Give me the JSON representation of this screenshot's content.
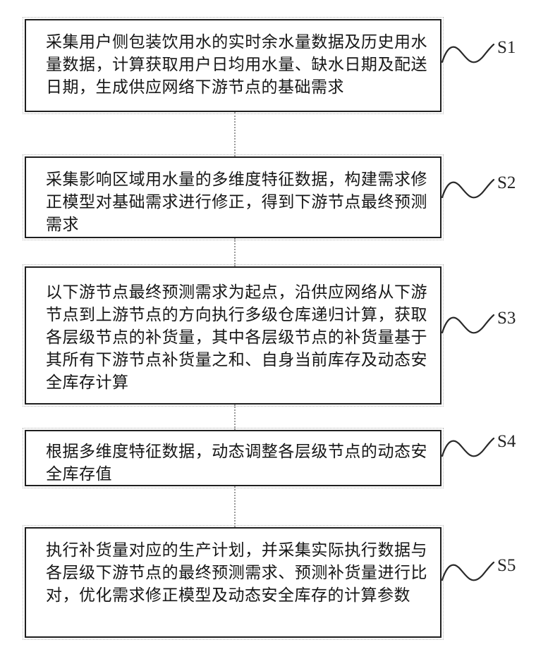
{
  "figure": {
    "type": "flowchart",
    "background_color": "#ffffff",
    "box_border_color": "#1f1f1f",
    "connector_color": "#9a9a9a",
    "text_color": "#161616",
    "steps": [
      {
        "label": "S1",
        "text": "采集用户侧包装饮用水的实时余水量数据及历史用水量数据，计算获取用户日均用水量、缺水日期及配送日期，生成供应网络下游节点的基础需求"
      },
      {
        "label": "S2",
        "text": "采集影响区域用水量的多维度特征数据，构建需求修正模型对基础需求进行修正，得到下游节点最终预测需求"
      },
      {
        "label": "S3",
        "text": "以下游节点最终预测需求为起点，沿供应网络从下游节点到上游节点的方向执行多级仓库递归计算，获取各层级节点的补货量，其中各层级节点的补货量基于其所有下游节点补货量之和、自身当前库存及动态安全库存计算"
      },
      {
        "label": "S4",
        "text": "根据多维度特征数据，动态调整各层级节点的动态安全库存值"
      },
      {
        "label": "S5",
        "text": "执行补货量对应的生产计划，并采集实际执行数据与各层级下游节点的最终预测需求、预测补货量进行比对，优化需求修正模型及动态安全库存的计算参数"
      }
    ]
  }
}
